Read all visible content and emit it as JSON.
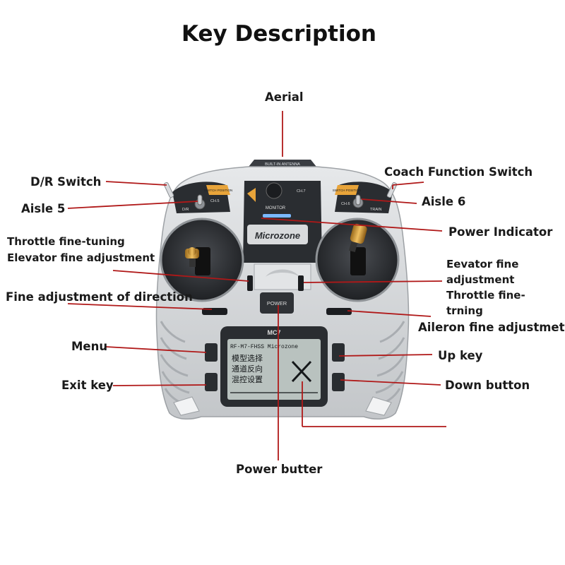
{
  "title": "Key Description",
  "device": {
    "antenna_label": "BUILT-IN ANTENNA",
    "monitor_label": "MONITOR",
    "brand": "Microzone",
    "power_button_label": "POWER",
    "model": "MC7",
    "switch_position_text": "SWITCH POSITION",
    "ch5": "CH.5",
    "ch6": "CH.6",
    "ch7": "CH.7",
    "dr": "D/R",
    "train": "TRAIN",
    "lcd": {
      "header": "RF-M7-FHSS Microzone",
      "lines": [
        "模型选择",
        "通道反向",
        "混控设置"
      ]
    }
  },
  "labels": {
    "aerial": "Aerial",
    "dr_switch": "D/R Switch",
    "coach_function_switch": "Coach Function Switch",
    "aisle5": "Aisle 5",
    "aisle6": "Aisle 6",
    "power_indicator": "Power Indicator",
    "throttle_fine_tuning": "Throttle fine-tuning",
    "elevator_fine_adjustment": "Elevator fine adjustment",
    "elevator_fine_right": "Eevator fine adjustment Throttle fine-trning",
    "fine_adjustment_direction": "Fine adjustment of direction",
    "aileron_fine": "Aileron fine adjustmet",
    "menu": "Menu",
    "up_key": "Up key",
    "exit_key": "Exit key",
    "down_button": "Down button",
    "power_butter": "Power butter"
  },
  "colors": {
    "leader_line": "#b01818",
    "body": "#d4d6d8",
    "panel": "#2a2d31",
    "accent": "#e8a43a",
    "lcd": "#b9c2bf",
    "text": "#1a1a1a"
  }
}
